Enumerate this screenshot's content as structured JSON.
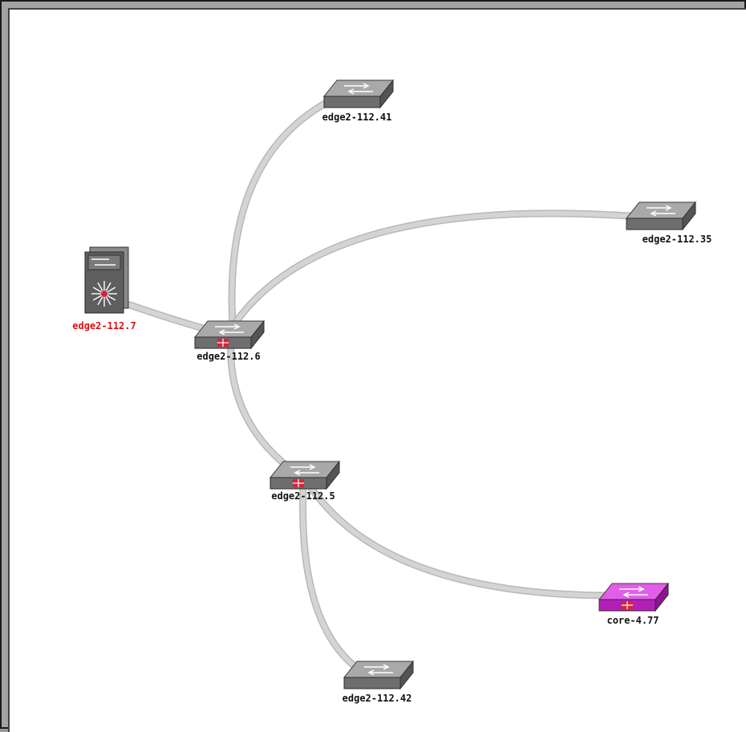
{
  "colors": {
    "link": "#d4d4d4",
    "link_shadow": "#b8b8b8",
    "switch_top": "#a9a9a9",
    "switch_front": "#6e6e6e",
    "switch_side": "#545454",
    "core_top": "#e25ee8",
    "core_front": "#b31fb8",
    "core_side": "#8c1490",
    "alert_label": "#dd1111",
    "alert_badge": "#d8243a",
    "normal_label": "#111111"
  },
  "nodes": [
    {
      "id": "n41",
      "label": "edge2-112.41",
      "kind": "switch",
      "status": "normal"
    },
    {
      "id": "n35",
      "label": "edge2-112.35",
      "kind": "switch",
      "status": "normal"
    },
    {
      "id": "n7",
      "label": "edge2-112.7",
      "kind": "chassis",
      "status": "alert"
    },
    {
      "id": "n6",
      "label": "edge2-112.6",
      "kind": "switch",
      "status": "badge"
    },
    {
      "id": "n5",
      "label": "edge2-112.5",
      "kind": "switch",
      "status": "badge"
    },
    {
      "id": "n77",
      "label": "core-4.77",
      "kind": "core-switch",
      "status": "badge"
    },
    {
      "id": "n42",
      "label": "edge2-112.42",
      "kind": "switch",
      "status": "normal"
    }
  ],
  "links": [
    {
      "from": "n6",
      "to": "n41"
    },
    {
      "from": "n6",
      "to": "n35"
    },
    {
      "from": "n6",
      "to": "n7"
    },
    {
      "from": "n6",
      "to": "n5"
    },
    {
      "from": "n5",
      "to": "n77"
    },
    {
      "from": "n5",
      "to": "n42"
    }
  ]
}
